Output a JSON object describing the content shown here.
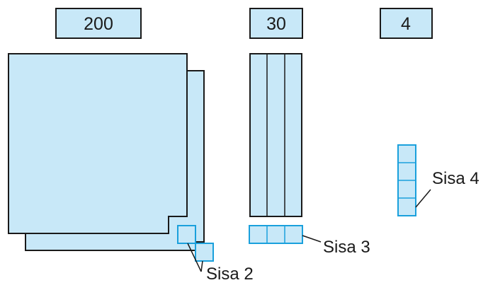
{
  "headers": {
    "hundreds": "200",
    "tens": "30",
    "ones": "4"
  },
  "labels": {
    "remainder_2": "Sisa 2",
    "remainder_3": "Sisa 3",
    "remainder_4": "Sisa 4"
  },
  "colors": {
    "block_fill": "#c8e8f8",
    "unit_stroke": "#1aa0dc",
    "outline": "#1a1a1a"
  }
}
